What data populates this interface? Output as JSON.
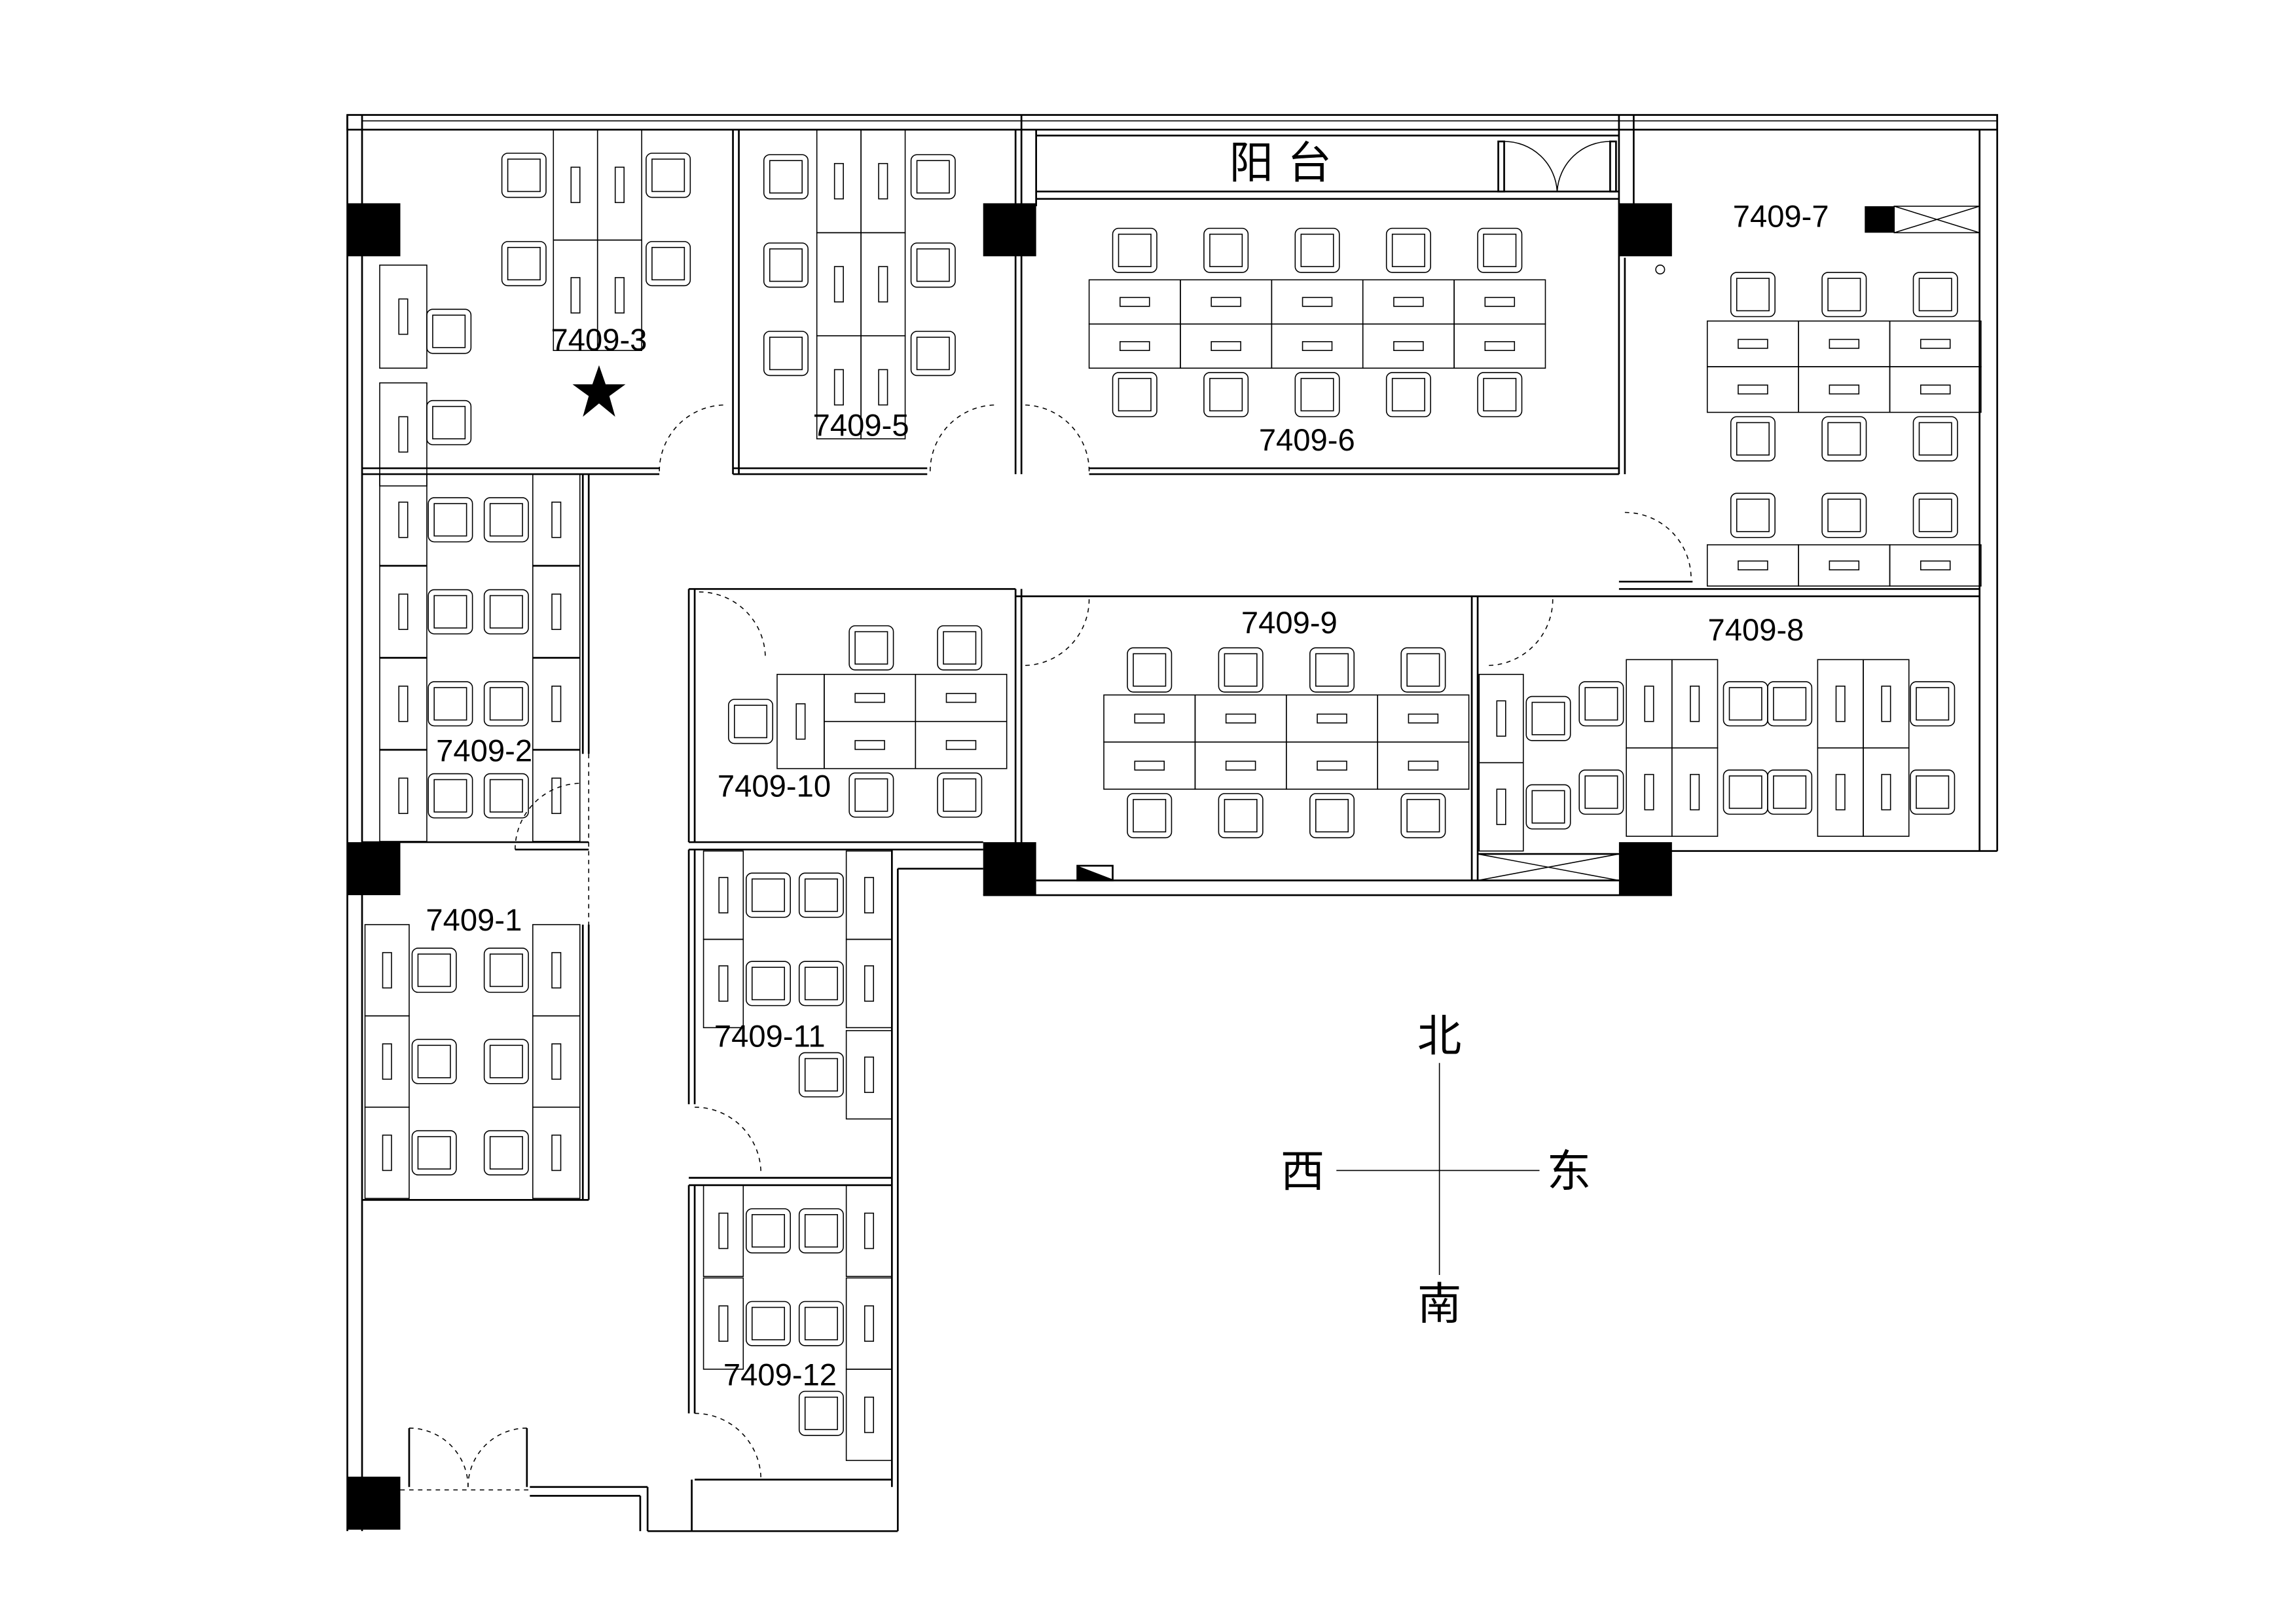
{
  "plan": {
    "balcony_label": "阳 台",
    "rooms": {
      "r1": "7409-1",
      "r2": "7409-2",
      "r3": "7409-3",
      "r5": "7409-5",
      "r6": "7409-6",
      "r7": "7409-7",
      "r8": "7409-8",
      "r9": "7409-9",
      "r10": "7409-10",
      "r11": "7409-11",
      "r12": "7409-12"
    },
    "marker_icon": "star-icon"
  },
  "compass": {
    "north": "北",
    "south": "南",
    "west": "西",
    "east": "东"
  }
}
